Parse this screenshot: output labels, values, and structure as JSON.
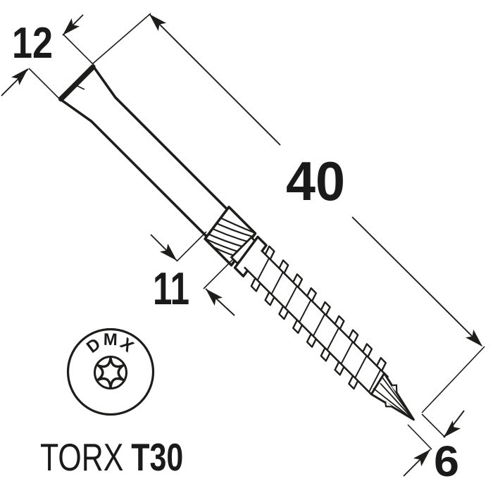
{
  "diagram": {
    "dimensions": {
      "head_diameter": "12",
      "total_length": "40",
      "shank_section_length": "11",
      "thread_diameter": "6"
    },
    "head_view": {
      "brand_text": "DMX"
    },
    "drive_label": {
      "system": "TORX",
      "size": "T30"
    },
    "colors": {
      "line": "#1d1d1b",
      "text": "#1a1a1a",
      "background": "#ffffff"
    }
  }
}
